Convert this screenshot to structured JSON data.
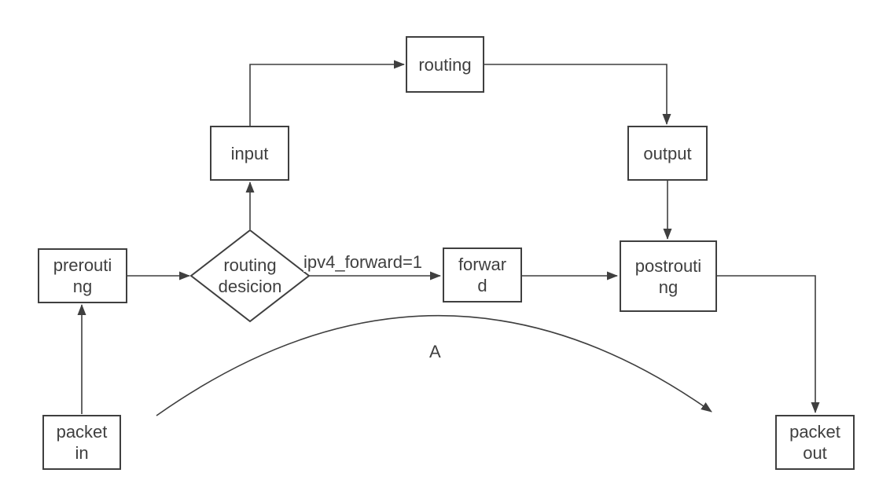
{
  "diagram": {
    "type": "flowchart",
    "background_color": "#ffffff",
    "line_color": "#3f3f3f",
    "text_color": "#3f3f3f"
  },
  "nodes": {
    "packet_in": {
      "label": "packet in",
      "shape": "rect"
    },
    "prerouting": {
      "label": "prerouting",
      "shape": "rect"
    },
    "routing_decision": {
      "label": "routing desicion",
      "shape": "diamond"
    },
    "input": {
      "label": "input",
      "shape": "rect"
    },
    "routing": {
      "label": "routing",
      "shape": "rect"
    },
    "output": {
      "label": "output",
      "shape": "rect"
    },
    "forward": {
      "label": "forward",
      "shape": "rect"
    },
    "postrouting": {
      "label": "postrouting",
      "shape": "rect"
    },
    "packet_out": {
      "label": "packet out",
      "shape": "rect"
    }
  },
  "edges": [
    {
      "from": "packet_in",
      "to": "prerouting",
      "label": ""
    },
    {
      "from": "prerouting",
      "to": "routing_decision",
      "label": ""
    },
    {
      "from": "routing_decision",
      "to": "input",
      "label": ""
    },
    {
      "from": "input",
      "to": "routing",
      "label": ""
    },
    {
      "from": "routing",
      "to": "output",
      "label": ""
    },
    {
      "from": "output",
      "to": "postrouting",
      "label": ""
    },
    {
      "from": "routing_decision",
      "to": "forward",
      "label": "ipv4_forward=1"
    },
    {
      "from": "forward",
      "to": "postrouting",
      "label": ""
    },
    {
      "from": "postrouting",
      "to": "packet_out",
      "label": ""
    },
    {
      "from": "packet_in",
      "to": "postrouting",
      "label": "A",
      "style": "curved-bypass"
    }
  ],
  "labels": {
    "forward_condition": "ipv4_forward=1",
    "curve": "A"
  }
}
